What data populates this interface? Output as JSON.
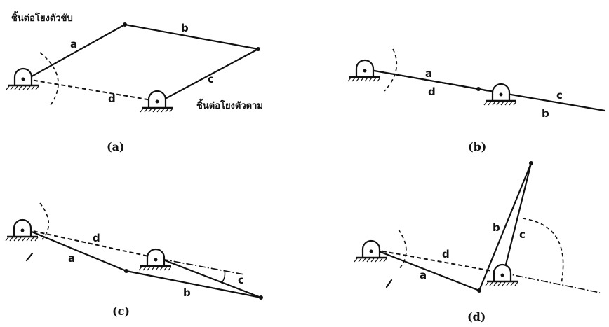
{
  "labels": {
    "input_link": "ชิ้นต่อโยงตัวขับ",
    "output_link": "ชิ้นต่อโยงตัวตาม",
    "a": "a",
    "b": "b",
    "c": "c",
    "d": "d"
  },
  "captions": {
    "panel_a": "(a)",
    "panel_b": "(b)",
    "panel_c": "(c)",
    "panel_d": "(d)"
  },
  "icons": {
    "ground_pivot": "ground-pivot-icon",
    "joint": "pin-joint-icon"
  }
}
